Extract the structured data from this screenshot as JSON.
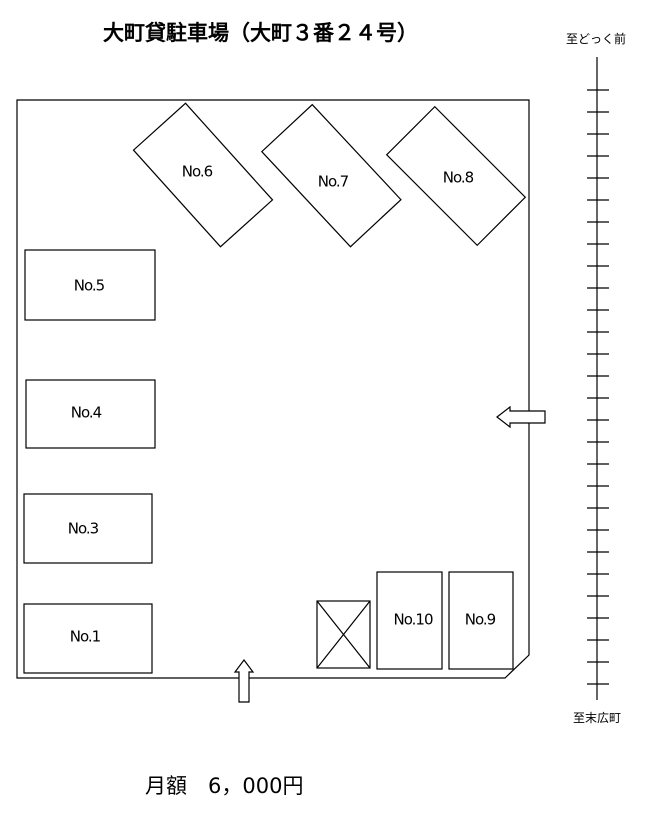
{
  "title": "大町貸駐車場（大町３番２４号）",
  "road": {
    "north_label": "至どっく前",
    "south_label": "至末広町"
  },
  "spaces": [
    {
      "label": "No.1"
    },
    {
      "label": "No.3"
    },
    {
      "label": "No.4"
    },
    {
      "label": "No.5"
    },
    {
      "label": "No.6"
    },
    {
      "label": "No.7"
    },
    {
      "label": "No.8"
    },
    {
      "label": "No.9"
    },
    {
      "label": "No.10"
    }
  ],
  "fee": "月額　6，000円",
  "icons": {
    "entrance_east": "left-arrow-icon",
    "entrance_south": "up-arrow-icon",
    "unavailable_space": "x-box-icon"
  }
}
